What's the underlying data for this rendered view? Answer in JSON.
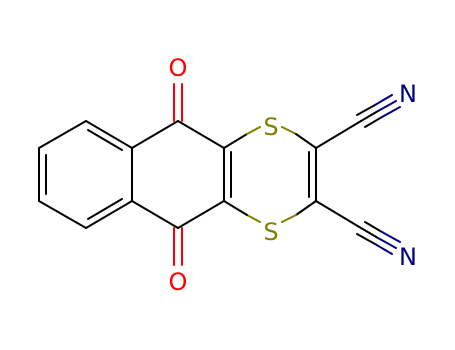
{
  "molecule": {
    "atoms": {
      "oxygen_top": {
        "symbol": "O",
        "color": "#ff0000"
      },
      "oxygen_bottom": {
        "symbol": "O",
        "color": "#ff0000"
      },
      "sulfur_top": {
        "symbol": "S",
        "color": "#808000"
      },
      "sulfur_bottom": {
        "symbol": "S",
        "color": "#808000"
      },
      "nitrogen_top": {
        "symbol": "N",
        "color": "#000080"
      },
      "nitrogen_bottom": {
        "symbol": "N",
        "color": "#000080"
      }
    },
    "colors": {
      "carbon_bond": "#000000",
      "oxygen": "#ff0000",
      "sulfur": "#808000",
      "nitrogen": "#000080",
      "background": "#ffffff"
    }
  }
}
